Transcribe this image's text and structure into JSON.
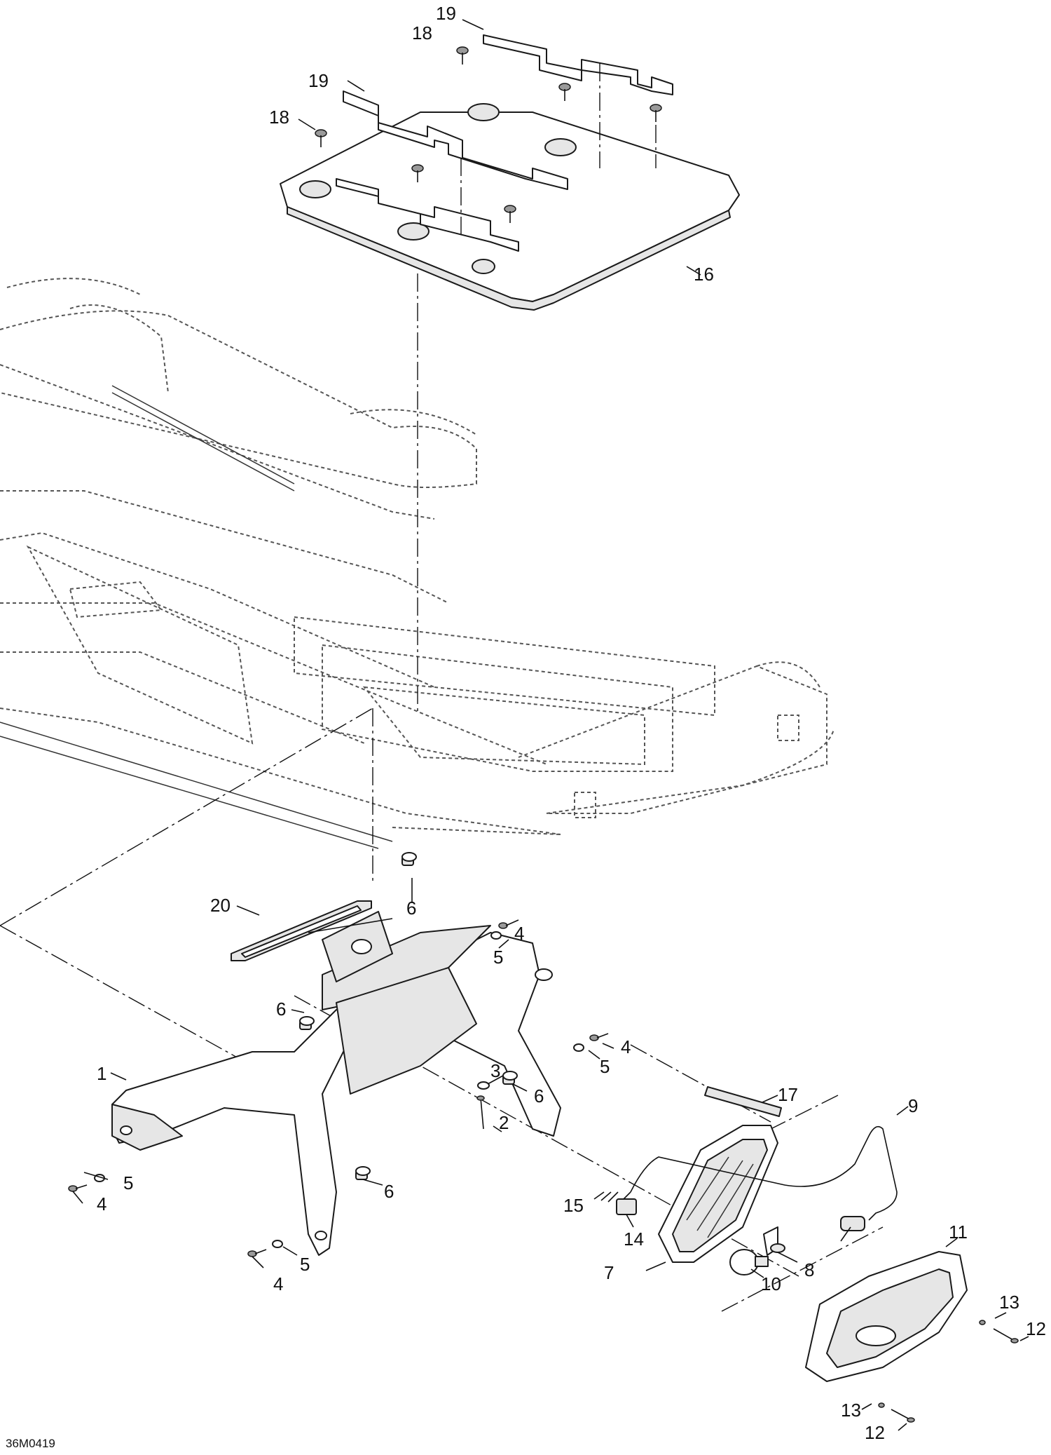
{
  "figure_ref": "36M0419",
  "callouts": [
    {
      "label": "19"
    },
    {
      "label": "18"
    },
    {
      "label": "19"
    },
    {
      "label": "18"
    },
    {
      "label": "16"
    },
    {
      "label": "6"
    },
    {
      "label": "20"
    },
    {
      "label": "4"
    },
    {
      "label": "5"
    },
    {
      "label": "6"
    },
    {
      "label": "4"
    },
    {
      "label": "5"
    },
    {
      "label": "3"
    },
    {
      "label": "1"
    },
    {
      "label": "6"
    },
    {
      "label": "2"
    },
    {
      "label": "17"
    },
    {
      "label": "9"
    },
    {
      "label": "15"
    },
    {
      "label": "5"
    },
    {
      "label": "4"
    },
    {
      "label": "14"
    },
    {
      "label": "6"
    },
    {
      "label": "5"
    },
    {
      "label": "4"
    },
    {
      "label": "8"
    },
    {
      "label": "11"
    },
    {
      "label": "7"
    },
    {
      "label": "10"
    },
    {
      "label": "13"
    },
    {
      "label": "12"
    },
    {
      "label": "13"
    },
    {
      "label": "12"
    }
  ]
}
